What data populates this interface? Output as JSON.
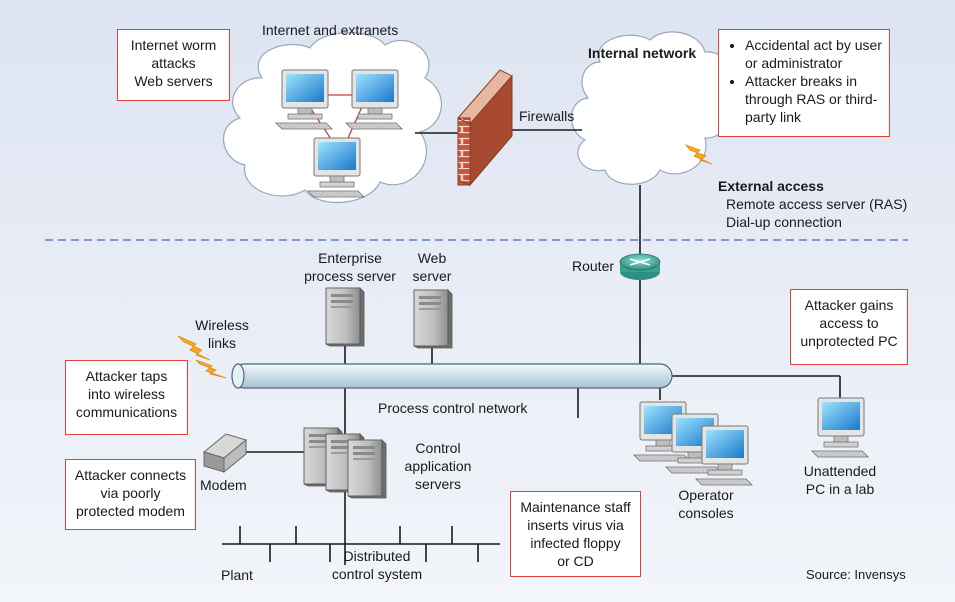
{
  "colors": {
    "callout_border": "#e0413a",
    "network_line": "#1a1a1a",
    "cloud": "#ffffff",
    "divider": "#5b7fc4",
    "lightning": "#f6a821",
    "router": "#4fb3a6"
  },
  "clouds": {
    "internet": {
      "label": "Internet and extranets"
    },
    "internal": {
      "label": "Internal network"
    }
  },
  "firewall": {
    "label": "Firewalls"
  },
  "external_access": {
    "title": "External access",
    "lines": [
      "Remote access server (RAS)",
      "Dial-up connection"
    ]
  },
  "callouts": {
    "worm": [
      "Internet worm",
      "attacks",
      "Web servers"
    ],
    "internal_threats": [
      "Accidental act by user or administrator",
      "Attacker breaks in through RAS or third-party link"
    ],
    "unprotected_pc": [
      "Attacker gains",
      "access to",
      "unprotected PC"
    ],
    "wireless_tap": [
      "Attacker taps",
      "into wireless",
      "communications"
    ],
    "modem": [
      "Attacker connects",
      "via poorly",
      "protected modem"
    ],
    "maintenance": [
      "Maintenance staff",
      "inserts virus via",
      "infected floppy",
      "or CD"
    ]
  },
  "internal_threat_lines": [
    "or administrator",
    "through RAS or",
    "third-party link"
  ],
  "labels": {
    "router": "Router",
    "enterprise_server": [
      "Enterprise",
      "process server"
    ],
    "web_server": [
      "Web",
      "server"
    ],
    "wireless_links": [
      "Wireless",
      "links"
    ],
    "process_control_network": "Process control network",
    "modem": "Modem",
    "control_servers": [
      "Control",
      "application",
      "servers"
    ],
    "operator_consoles": [
      "Operator",
      "consoles"
    ],
    "unattended_pc": [
      "Unattended",
      "PC in a lab"
    ],
    "plant": "Plant",
    "dcs": [
      "Distributed",
      "control system"
    ],
    "source": "Source: Invensys"
  },
  "icons": [
    "desktop-pc-icon",
    "server-tower-icon",
    "router-icon",
    "modem-icon",
    "firewall-wall-icon",
    "lightning-bolt-icon"
  ]
}
